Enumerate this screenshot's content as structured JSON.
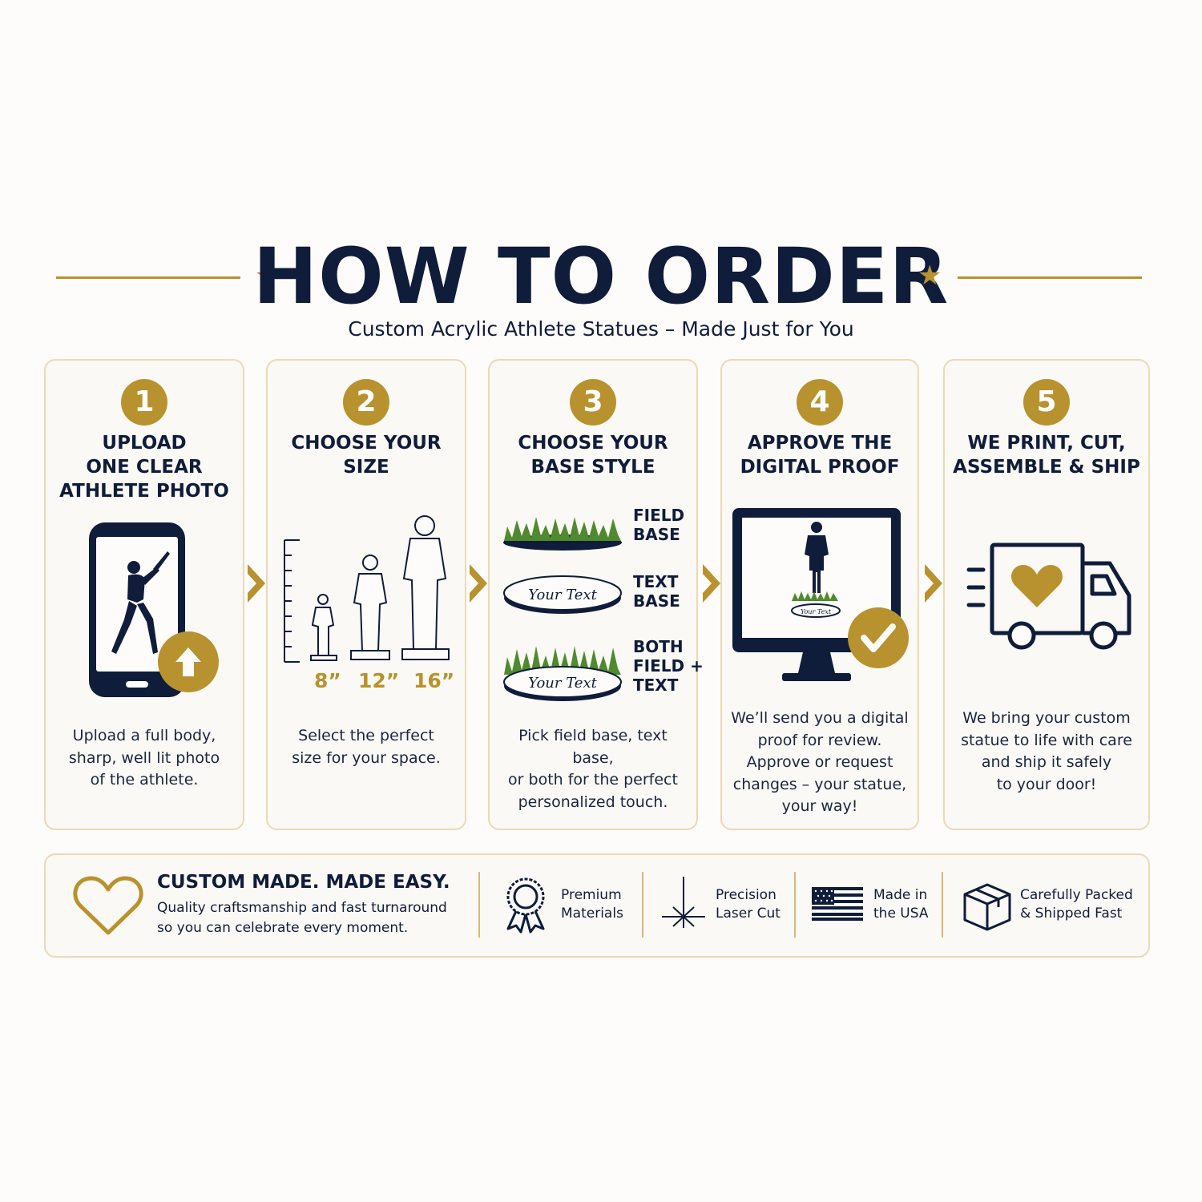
{
  "header": {
    "title": "HOW TO ORDER",
    "subtitle": "Custom Acrylic Athlete Statues – Made Just for You"
  },
  "colors": {
    "navy": "#0f1c3a",
    "gold": "#b8922e",
    "border": "#ecd9b4",
    "grass": "#4f8a2e"
  },
  "steps": [
    {
      "number": "1",
      "title": "UPLOAD\nONE CLEAR\nATHLETE PHOTO",
      "description": "Upload a full body,\nsharp, well lit photo\nof the athlete.",
      "icon": "phone-upload-icon"
    },
    {
      "number": "2",
      "title": "CHOOSE YOUR\nSIZE",
      "description": "Select the perfect\nsize for your space.",
      "icon": "size-silhouettes-icon",
      "sizes": [
        "8”",
        "12”",
        "16”"
      ]
    },
    {
      "number": "3",
      "title": "CHOOSE YOUR\nBASE STYLE",
      "description": "Pick field base, text base,\nor both for the perfect\npersonalized touch.",
      "icon": "base-styles-icon",
      "bases": [
        "FIELD\nBASE",
        "TEXT\nBASE",
        "BOTH\nFIELD +\nTEXT"
      ],
      "base_text": "Your Text"
    },
    {
      "number": "4",
      "title": "APPROVE THE\nDIGITAL PROOF",
      "description": "We’ll send you a digital\nproof for review.\nApprove or request\nchanges – your statue,\nyour way!",
      "icon": "monitor-check-icon",
      "base_text": "Your Text"
    },
    {
      "number": "5",
      "title": "WE PRINT, CUT,\nASSEMBLE & SHIP",
      "description": "We bring your custom\nstatue to life with care\nand ship it safely\nto your door!",
      "icon": "delivery-truck-icon"
    }
  ],
  "footer": {
    "title": "CUSTOM MADE. MADE EASY.",
    "description": "Quality craftsmanship and fast turnaround\nso you can celebrate every moment.",
    "features": [
      {
        "label": "Premium\nMaterials",
        "icon": "ribbon-award-icon"
      },
      {
        "label": "Precision\nLaser Cut",
        "icon": "laser-icon"
      },
      {
        "label": "Made in\nthe USA",
        "icon": "us-flag-icon"
      },
      {
        "label": "Carefully Packed\n& Shipped Fast",
        "icon": "box-icon"
      }
    ]
  }
}
